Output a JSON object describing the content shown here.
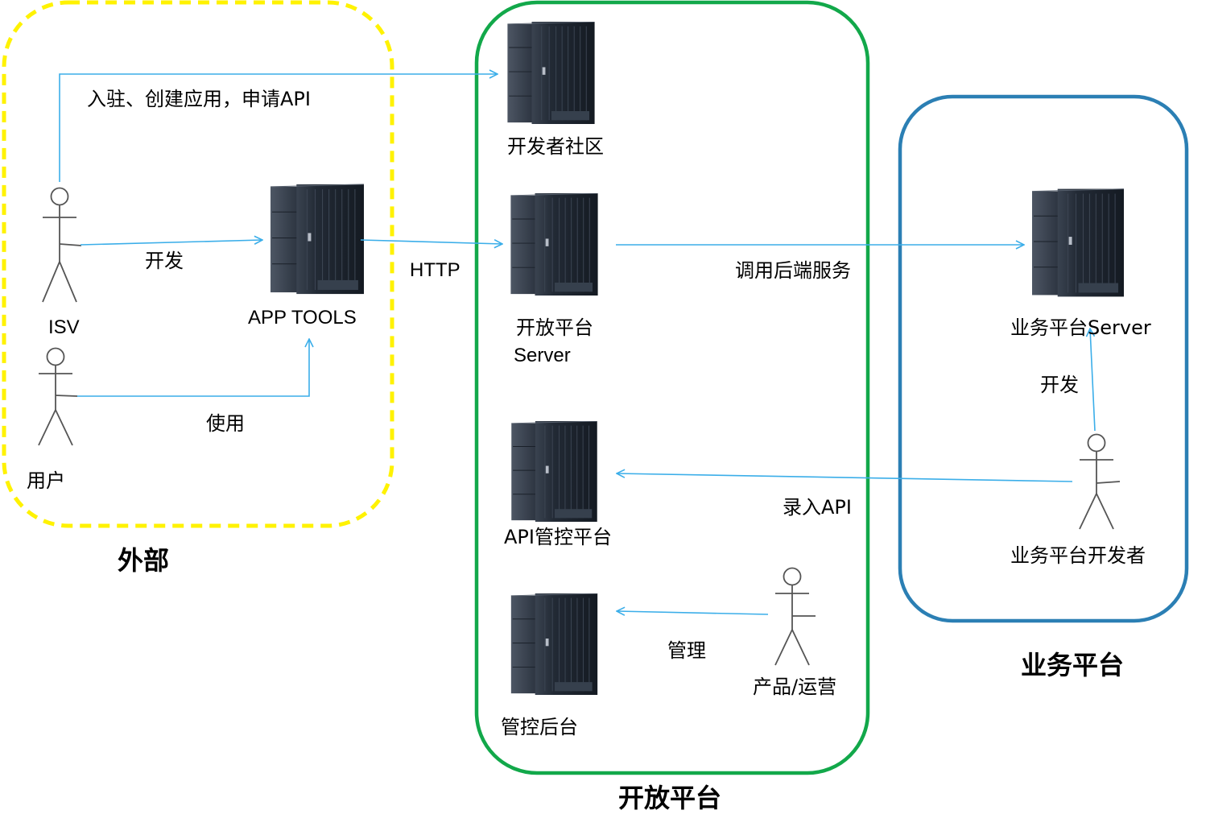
{
  "groups": {
    "external": {
      "title": "外部",
      "border_color": "#FFF200"
    },
    "open_platform": {
      "title": "开放平台",
      "border_color": "#12A84A"
    },
    "business_platform": {
      "title": "业务平台",
      "border_color": "#2B7FB4"
    }
  },
  "nodes": {
    "dev_community": "开发者社区",
    "app_tools": "APP TOOLS",
    "open_platform_server_line1": "开放平台",
    "open_platform_server_line2": "Server",
    "business_server": "业务平台Server",
    "api_control": "API管控平台",
    "admin_console": "管控后台"
  },
  "actors": {
    "isv": "ISV",
    "user": "用户",
    "business_developer": "业务平台开发者",
    "product_ops": "产品/运营"
  },
  "edges": {
    "register": "入驻、创建应用，申请API",
    "isv_develop": "开发",
    "use": "使用",
    "http": "HTTP",
    "call_backend": "调用后端服务",
    "biz_develop": "开发",
    "enter_api": "录入API",
    "manage": "管理"
  },
  "colors": {
    "arrow": "#3BAEE9",
    "server_body": "#2A3240",
    "actor_stroke": "#555555"
  }
}
